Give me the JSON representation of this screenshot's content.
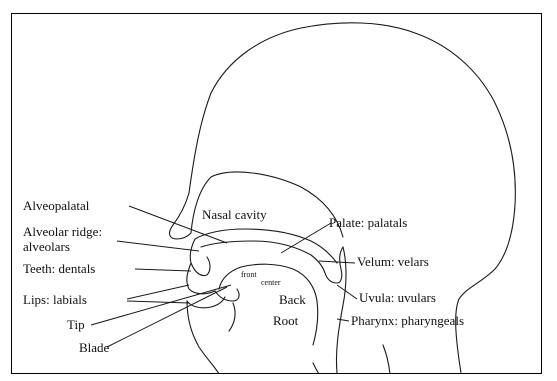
{
  "diagram": {
    "labels": {
      "alveopalatal": "Alveopalatal",
      "alveolar_ridge_line1": "Alveolar ridge:",
      "alveolar_ridge_line2": "alveolars",
      "teeth": "Teeth: dentals",
      "lips": "Lips: labials",
      "tip": "Tip",
      "blade": "Blade",
      "nasal_cavity": "Nasal cavity",
      "palate": "Palate: palatals",
      "velum": "Velum: velars",
      "uvula": "Uvula: uvulars",
      "pharynx": "Pharynx: pharyngeals",
      "front": "front",
      "center": "center",
      "back": "Back",
      "root": "Root"
    },
    "colors": {
      "line": "#1a1a1a",
      "text": "#111111",
      "background": "#ffffff",
      "border": "#000000"
    }
  }
}
